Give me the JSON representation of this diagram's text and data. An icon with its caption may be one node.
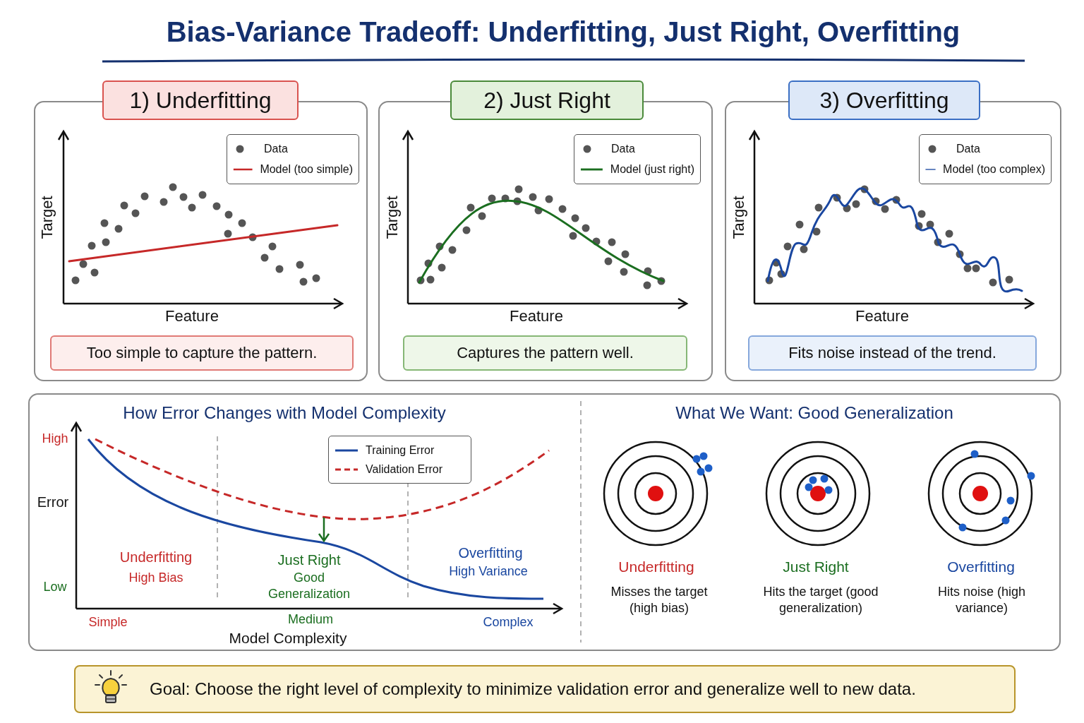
{
  "diagram": {
    "title": "Bias-Variance Tradeoff: Underfitting, Just Right, Overfitting",
    "nodes": [
      {
        "text": [
          "1) Underfitting"
        ]
      },
      {
        "text": [
          "Too simple to capture the pattern."
        ],
        "in": 0
      },
      {
        "text": [
          "2) Just Right"
        ]
      },
      {
        "text": [
          "Captures the pattern well."
        ],
        "in": 2
      },
      {
        "text": [
          "3) Overfitting"
        ]
      },
      {
        "text": [
          "Fits noise instead of the trend."
        ],
        "in": 4
      },
      {
        "text": [
          "How Error Changes with Model Complexity",
          "What We Want: Good Generalization"
        ]
      },
      {
        "text": [
          "Goal: Choose the right level of complexity to minimize validation error and generalize well to new data."
        ]
      }
    ],
    "edges": [],
    "labels": [
      "Target",
      "Feature",
      "Target",
      "Feature",
      "Target",
      "Feature",
      "High",
      "Error",
      "Low",
      "Underfitting",
      "High Bias",
      "Just Right",
      "Good Generalization",
      "Overfitting",
      "High Variance",
      "Simple",
      "Medium",
      "Complex",
      "Model Complexity",
      "Underfitting",
      "Misses the target (high bias)",
      "Just Right",
      "Hits the target (good generalization)",
      "Overfitting",
      "Hits noise (high variance)"
    ],
    "legend": [
      {
        "text": "Data"
      },
      {
        "text": "Model (too simple)"
      },
      {
        "text": "Data"
      },
      {
        "text": "Model (just right)"
      },
      {
        "text": "Data"
      },
      {
        "text": "Model (too complex)"
      },
      {
        "text": "Training Error"
      },
      {
        "text": "Validation Error"
      }
    ]
  }
}
